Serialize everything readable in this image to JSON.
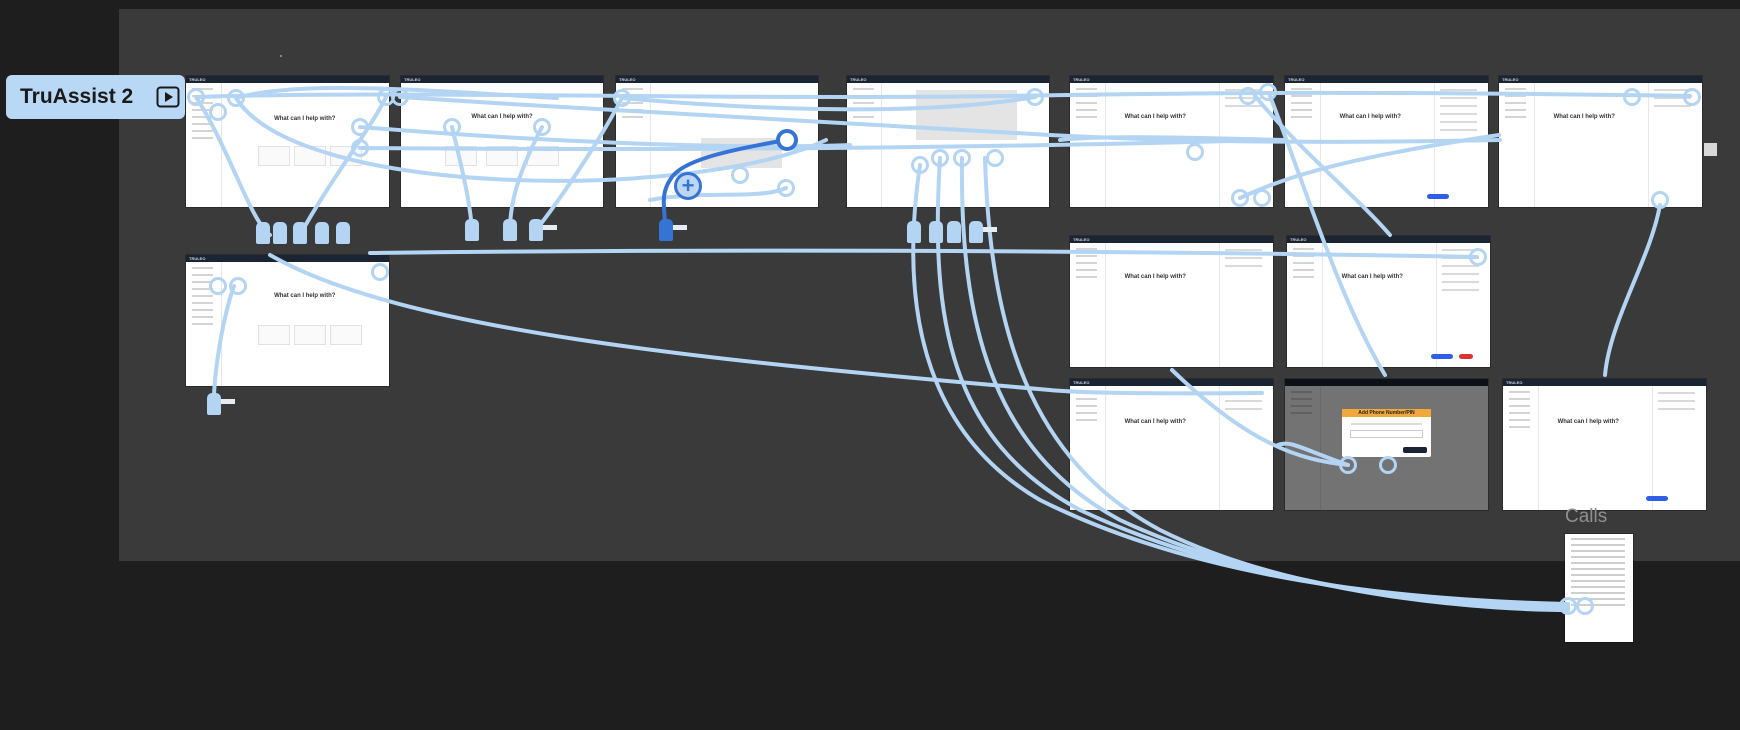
{
  "flow": {
    "title": "TruAssist 2",
    "play_icon": "play-icon"
  },
  "canvas": {
    "section_label": "Calls",
    "connector_color": "#b3d4f3",
    "selected_color": "#3574d4",
    "background": "#1e1e1e",
    "section_background": "#3a3a3a"
  },
  "frames": {
    "brand": "TRULEO",
    "prompt_heading": "What can I help with?",
    "modal_title": "Add Phone Number/PIN"
  }
}
